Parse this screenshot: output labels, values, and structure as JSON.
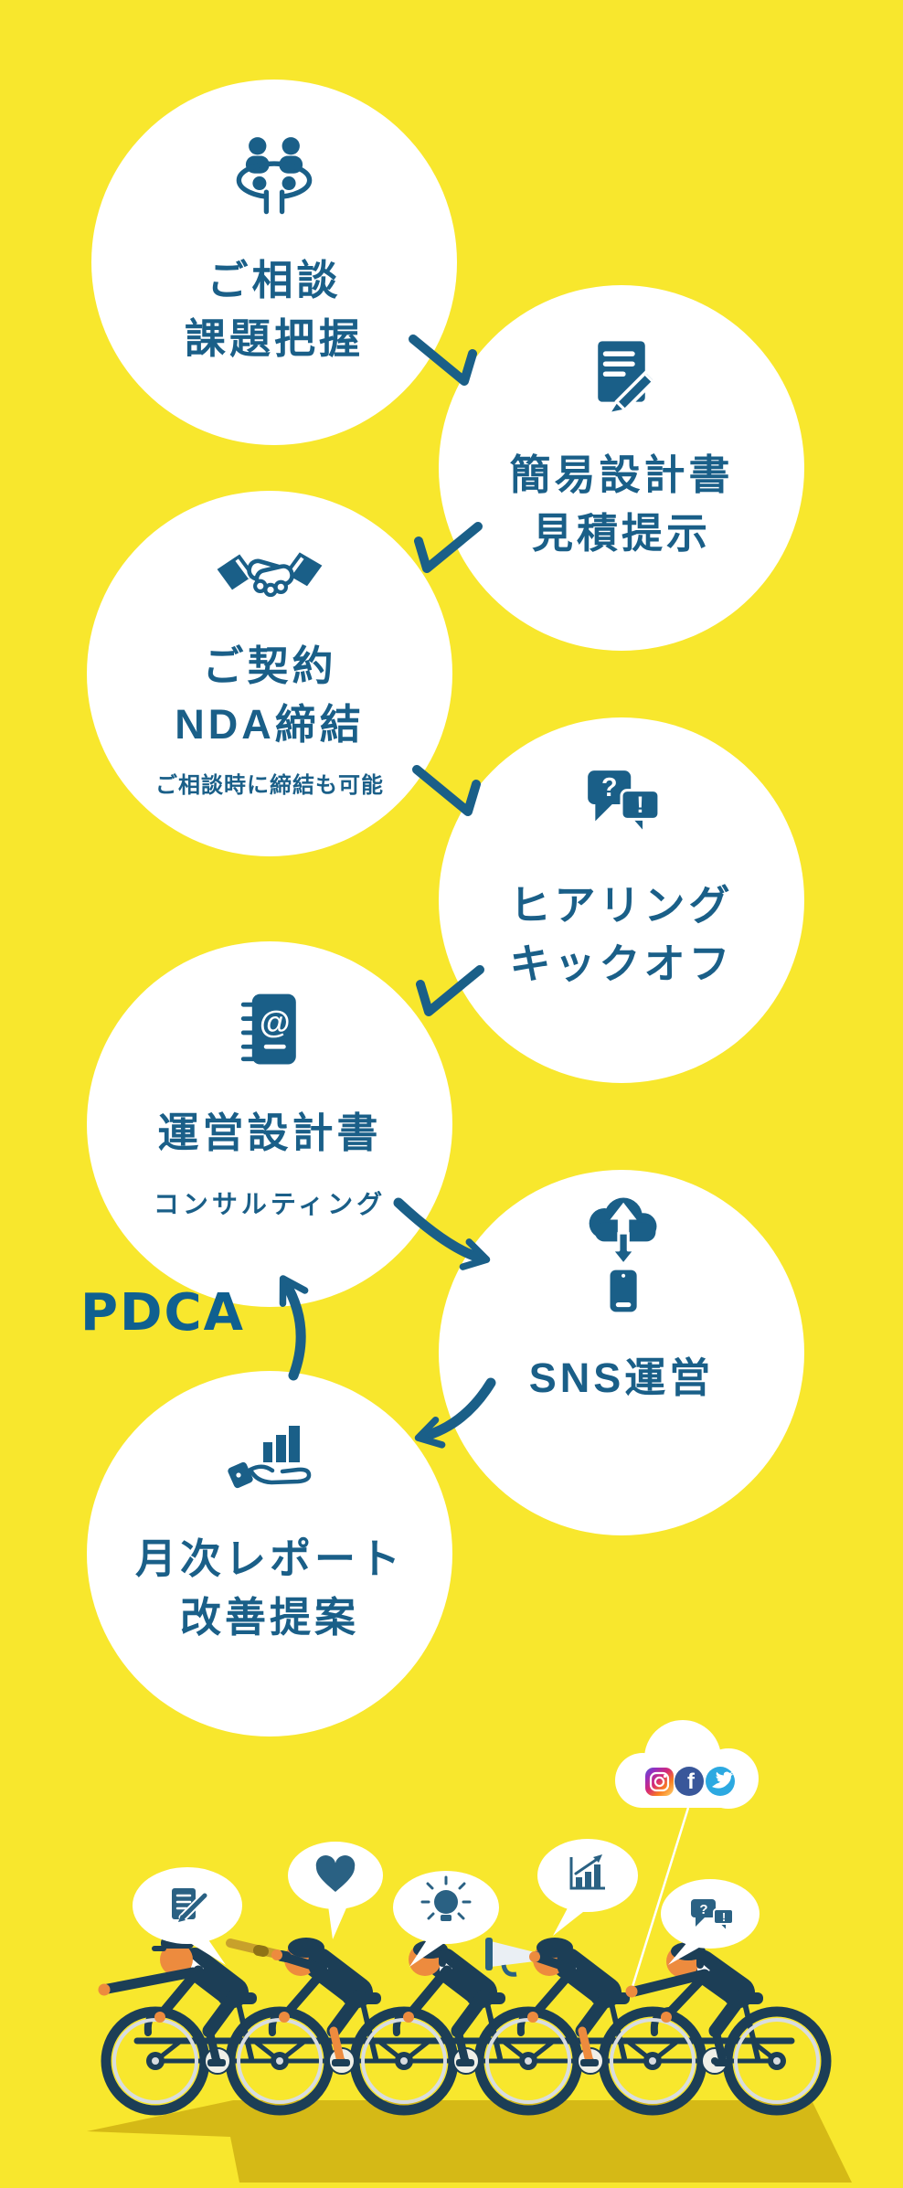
{
  "colors": {
    "background": "#F8E72D",
    "accent_blue": "#1A5F88",
    "pdca_blue": "#0F6090",
    "illustration_navy": "#1C3E56",
    "skin": "#ED8B3E",
    "shadow_gold": "#D5B916",
    "telescope_gold": "#C8A12B",
    "bubble_icon_blue": "#2A6183",
    "facebook_blue": "#39579A",
    "twitter_blue": "#2CA9E1",
    "instagram_gradient": [
      "#FEDA75",
      "#FA7E1E",
      "#D62976",
      "#962FBF",
      "#4F5BD5"
    ]
  },
  "flow": {
    "pdca_label": "PDCA",
    "steps": [
      {
        "icon": "meeting-table-icon",
        "title1": "ご相談",
        "title2": "課題把握"
      },
      {
        "icon": "document-pencil-icon",
        "title1": "簡易設計書",
        "title2": "見積提示"
      },
      {
        "icon": "handshake-icon",
        "title1": "ご契約",
        "title2": "NDA締結",
        "note": "ご相談時に締結も可能"
      },
      {
        "icon": "question-answer-chat-icon",
        "title1": "ヒアリング",
        "title2": "キックオフ",
        "glyphs": {
          "question": "?",
          "exclamation": "!"
        }
      },
      {
        "icon": "notebook-at-icon",
        "title1": "運営設計書",
        "subtitle": "コンサルティング",
        "glyphs": {
          "at": "@"
        }
      },
      {
        "icon": "cloud-sync-smartphone-icon",
        "title1": "SNS運営"
      },
      {
        "icon": "hand-growth-chart-icon",
        "title1": "月次レポート",
        "title2": "改善提案"
      }
    ]
  },
  "illustration": {
    "cloud_social_icons": [
      "instagram-icon",
      "facebook-icon",
      "twitter-icon"
    ],
    "facebook_letter": "f",
    "speech_bubble_icons": [
      "document-pencil-icon",
      "heart-icon",
      "lightbulb-icon",
      "growth-chart-icon",
      "question-answer-chat-icon"
    ],
    "chat_glyphs": {
      "question": "?",
      "exclamation": "!"
    },
    "riders_count": "5"
  }
}
